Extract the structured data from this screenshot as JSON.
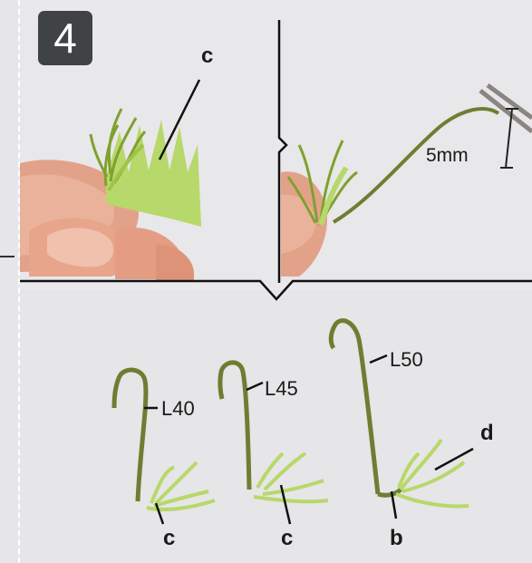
{
  "step": {
    "number": "4"
  },
  "labels": {
    "c_top": "c",
    "measure": "5mm",
    "stem1_length": "L40",
    "stem2_length": "L45",
    "stem3_length": "L50",
    "stem1_part": "c",
    "stem2_part": "c",
    "stem3_part_b": "b",
    "stem3_part_d": "d"
  },
  "colors": {
    "badge": "#3f4346",
    "paper_green": "#b7d86a",
    "wire_green": "#6f7d33",
    "skin": "#e3a088"
  }
}
